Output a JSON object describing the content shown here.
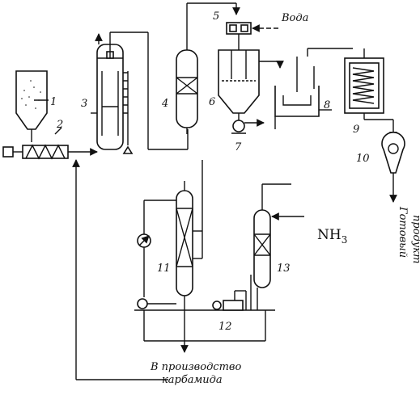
{
  "labels": {
    "n1": "1",
    "n2": "2",
    "n3": "3",
    "n4": "4",
    "n5": "5",
    "n6": "6",
    "n7": "7",
    "n8": "8",
    "n9": "9",
    "n10": "10",
    "n11": "11",
    "n12": "12",
    "n13": "13"
  },
  "water": "Вода",
  "ammonia": {
    "symbol": "NH",
    "subscript": "3"
  },
  "product": {
    "line1": "Готовый",
    "line2": "продукт"
  },
  "carbamide": {
    "line1": "В производство",
    "line2": "карбамида"
  }
}
